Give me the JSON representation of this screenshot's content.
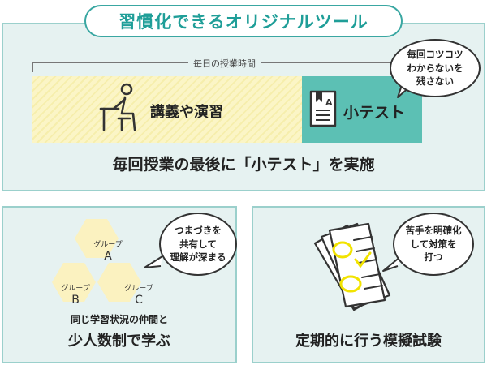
{
  "header": {
    "title": "習慣化できるオリジナルツール"
  },
  "top_section": {
    "timeline_label": "毎日の授業時間",
    "lecture_label": "講義や演習",
    "test_label": "小テスト",
    "bubble_text": "毎回コツコツ\nわからないを\n残さない",
    "caption": "毎回授業の最後に「小テスト」を実施"
  },
  "bottom_left": {
    "groups": [
      {
        "label": "グループ",
        "letter": "A"
      },
      {
        "label": "グループ",
        "letter": "B"
      },
      {
        "label": "グループ",
        "letter": "C"
      }
    ],
    "bubble_text": "つまづきを\n共有して\n理解が深まる",
    "caption_small": "同じ学習状況の仲間と",
    "caption": "少人数制で学ぶ"
  },
  "bottom_right": {
    "bubble_text": "苦手を明確化\nして対策を\n打つ",
    "caption": "定期的に行う模擬試験"
  },
  "colors": {
    "accent": "#1f9e98",
    "panel_bg": "#e6f2f1",
    "panel_border": "#9bd0cc",
    "test_block": "#5cc0b4",
    "lecture_block": "#fbf5c6",
    "hexagon": "#fbf2c0",
    "highlight": "#f2e300"
  }
}
